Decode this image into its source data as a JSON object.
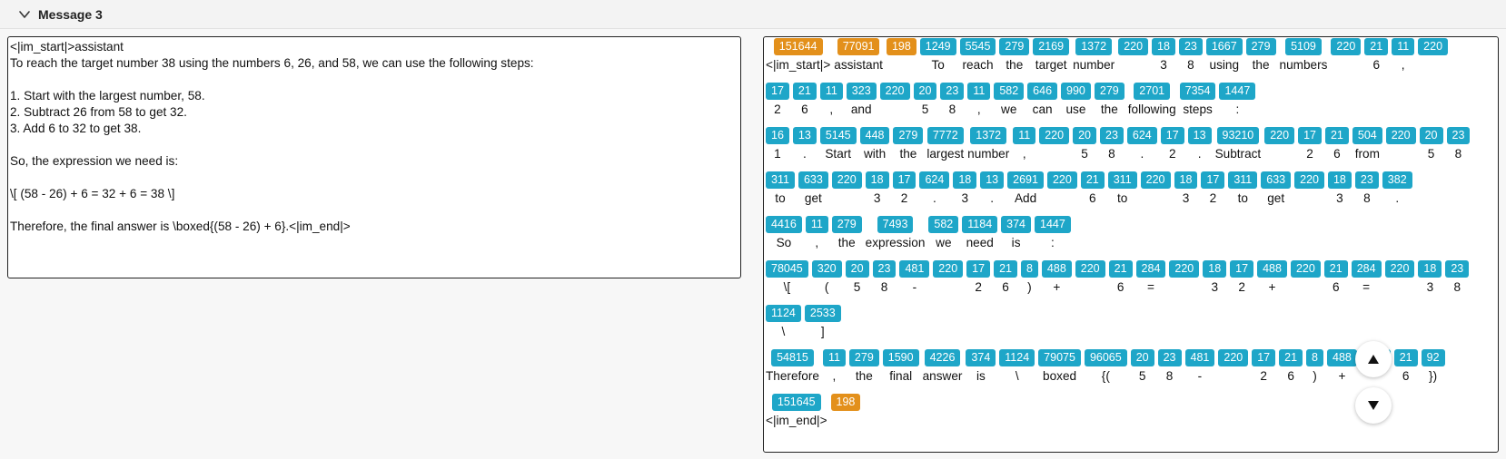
{
  "header": {
    "title": "Message 3"
  },
  "raw_text": "<|im_start|>assistant\nTo reach the target number 38 using the numbers 6, 26, and 58, we can use the following steps:\n\n1. Start with the largest number, 58.\n2. Subtract 26 from 58 to get 32.\n3. Add 6 to 32 to get 38.\n\nSo, the expression we need is:\n\n\\[ (58 - 26) + 6 = 32 + 6 = 38 \\]\n\nTherefore, the final answer is \\boxed{(58 - 26) + 6}.<|im_end|>",
  "colors": {
    "token_blue": "#1ea6c8",
    "token_orange": "#e3901b"
  },
  "token_rows": [
    [
      [
        "151644",
        "<|im_start|>",
        "o"
      ],
      [
        "77091",
        "assistant",
        "o"
      ],
      [
        "198",
        "",
        "o"
      ],
      [
        "1249",
        "To",
        "b"
      ],
      [
        "5545",
        "reach",
        "b"
      ],
      [
        "279",
        "the",
        "b"
      ],
      [
        "2169",
        "target",
        "b"
      ],
      [
        "1372",
        "number",
        "b"
      ],
      [
        "220",
        "",
        "b"
      ],
      [
        "18",
        "3",
        "b"
      ],
      [
        "23",
        "8",
        "b"
      ],
      [
        "1667",
        "using",
        "b"
      ],
      [
        "279",
        "the",
        "b"
      ],
      [
        "5109",
        "numbers",
        "b"
      ],
      [
        "220",
        "",
        "b"
      ],
      [
        "21",
        "6",
        "b"
      ],
      [
        "11",
        ",",
        "b"
      ],
      [
        "220",
        "",
        "b"
      ]
    ],
    [
      [
        "17",
        "2",
        "b"
      ],
      [
        "21",
        "6",
        "b"
      ],
      [
        "11",
        ",",
        "b"
      ],
      [
        "323",
        "and",
        "b"
      ],
      [
        "220",
        "",
        "b"
      ],
      [
        "20",
        "5",
        "b"
      ],
      [
        "23",
        "8",
        "b"
      ],
      [
        "11",
        ",",
        "b"
      ],
      [
        "582",
        "we",
        "b"
      ],
      [
        "646",
        "can",
        "b"
      ],
      [
        "990",
        "use",
        "b"
      ],
      [
        "279",
        "the",
        "b"
      ],
      [
        "2701",
        "following",
        "b"
      ],
      [
        "7354",
        "steps",
        "b"
      ],
      [
        "1447",
        ":",
        "b"
      ]
    ],
    [
      [
        "16",
        "1",
        "b"
      ],
      [
        "13",
        ".",
        "b"
      ],
      [
        "5145",
        "Start",
        "b"
      ],
      [
        "448",
        "with",
        "b"
      ],
      [
        "279",
        "the",
        "b"
      ],
      [
        "7772",
        "largest",
        "b"
      ],
      [
        "1372",
        "number",
        "b"
      ],
      [
        "11",
        ",",
        "b"
      ],
      [
        "220",
        "",
        "b"
      ],
      [
        "20",
        "5",
        "b"
      ],
      [
        "23",
        "8",
        "b"
      ],
      [
        "624",
        ".",
        "b"
      ],
      [
        "17",
        "2",
        "b"
      ],
      [
        "13",
        ".",
        "b"
      ],
      [
        "93210",
        "Subtract",
        "b"
      ],
      [
        "220",
        "",
        "b"
      ],
      [
        "17",
        "2",
        "b"
      ],
      [
        "21",
        "6",
        "b"
      ],
      [
        "504",
        "from",
        "b"
      ],
      [
        "220",
        "",
        "b"
      ],
      [
        "20",
        "5",
        "b"
      ],
      [
        "23",
        "8",
        "b"
      ]
    ],
    [
      [
        "311",
        "to",
        "b"
      ],
      [
        "633",
        "get",
        "b"
      ],
      [
        "220",
        "",
        "b"
      ],
      [
        "18",
        "3",
        "b"
      ],
      [
        "17",
        "2",
        "b"
      ],
      [
        "624",
        ".",
        "b"
      ],
      [
        "18",
        "3",
        "b"
      ],
      [
        "13",
        ".",
        "b"
      ],
      [
        "2691",
        "Add",
        "b"
      ],
      [
        "220",
        "",
        "b"
      ],
      [
        "21",
        "6",
        "b"
      ],
      [
        "311",
        "to",
        "b"
      ],
      [
        "220",
        "",
        "b"
      ],
      [
        "18",
        "3",
        "b"
      ],
      [
        "17",
        "2",
        "b"
      ],
      [
        "311",
        "to",
        "b"
      ],
      [
        "633",
        "get",
        "b"
      ],
      [
        "220",
        "",
        "b"
      ],
      [
        "18",
        "3",
        "b"
      ],
      [
        "23",
        "8",
        "b"
      ],
      [
        "382",
        ".",
        "b"
      ]
    ],
    [
      [
        "4416",
        "So",
        "b"
      ],
      [
        "11",
        ",",
        "b"
      ],
      [
        "279",
        "the",
        "b"
      ],
      [
        "7493",
        "expression",
        "b"
      ],
      [
        "582",
        "we",
        "b"
      ],
      [
        "1184",
        "need",
        "b"
      ],
      [
        "374",
        "is",
        "b"
      ],
      [
        "1447",
        ":",
        "b"
      ]
    ],
    [
      [
        "78045",
        "\\[",
        "b"
      ],
      [
        "320",
        "(",
        "b"
      ],
      [
        "20",
        "5",
        "b"
      ],
      [
        "23",
        "8",
        "b"
      ],
      [
        "481",
        "-",
        "b"
      ],
      [
        "220",
        "",
        "b"
      ],
      [
        "17",
        "2",
        "b"
      ],
      [
        "21",
        "6",
        "b"
      ],
      [
        "8",
        ")",
        "b"
      ],
      [
        "488",
        "+",
        "b"
      ],
      [
        "220",
        "",
        "b"
      ],
      [
        "21",
        "6",
        "b"
      ],
      [
        "284",
        "=",
        "b"
      ],
      [
        "220",
        "",
        "b"
      ],
      [
        "18",
        "3",
        "b"
      ],
      [
        "17",
        "2",
        "b"
      ],
      [
        "488",
        "+",
        "b"
      ],
      [
        "220",
        "",
        "b"
      ],
      [
        "21",
        "6",
        "b"
      ],
      [
        "284",
        "=",
        "b"
      ],
      [
        "220",
        "",
        "b"
      ],
      [
        "18",
        "3",
        "b"
      ],
      [
        "23",
        "8",
        "b"
      ]
    ],
    [
      [
        "1124",
        "\\",
        "b"
      ],
      [
        "2533",
        "]",
        "b"
      ]
    ],
    [
      [
        "54815",
        "Therefore",
        "b"
      ],
      [
        "11",
        ",",
        "b"
      ],
      [
        "279",
        "the",
        "b"
      ],
      [
        "1590",
        "final",
        "b"
      ],
      [
        "4226",
        "answer",
        "b"
      ],
      [
        "374",
        "is",
        "b"
      ],
      [
        "1124",
        "\\",
        "b"
      ],
      [
        "79075",
        "boxed",
        "b"
      ],
      [
        "96065",
        "{(",
        "b"
      ],
      [
        "20",
        "5",
        "b"
      ],
      [
        "23",
        "8",
        "b"
      ],
      [
        "481",
        "-",
        "b"
      ],
      [
        "220",
        "",
        "b"
      ],
      [
        "17",
        "2",
        "b"
      ],
      [
        "21",
        "6",
        "b"
      ],
      [
        "8",
        ")",
        "b"
      ],
      [
        "488",
        "+",
        "b"
      ],
      [
        "220",
        "",
        "b"
      ],
      [
        "21",
        "6",
        "b"
      ],
      [
        "92",
        "})",
        "b"
      ]
    ],
    [
      [
        "151645",
        "<|im_end|>",
        "b"
      ],
      [
        "198",
        "",
        "o"
      ]
    ]
  ]
}
